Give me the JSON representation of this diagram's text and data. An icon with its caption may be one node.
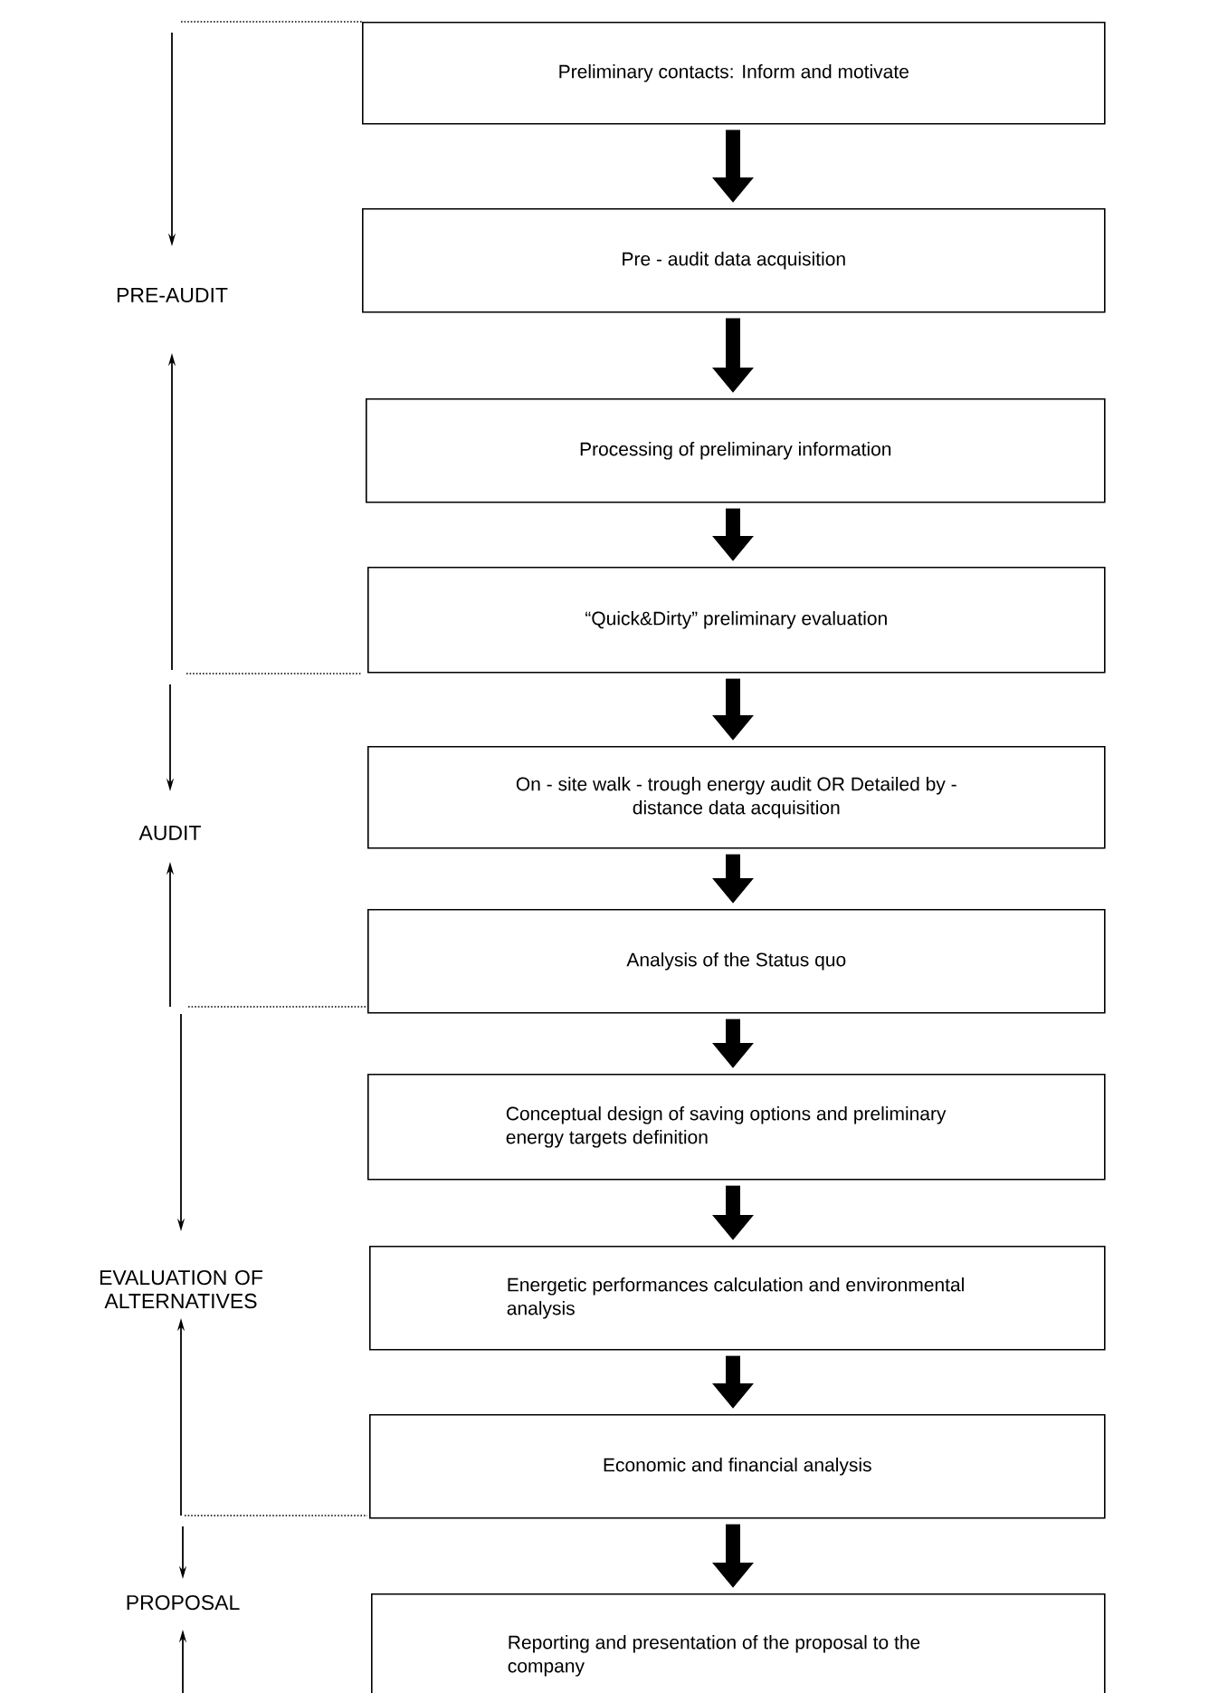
{
  "diagram": {
    "nodes": [
      {
        "text": [
          "Preliminary contacts: Inform and motivate"
        ]
      },
      {
        "text": [
          "Pre - audit data acquisition"
        ]
      },
      {
        "text": [
          "Processing of preliminary information"
        ]
      },
      {
        "text": [
          "“Quick&Dirty” preliminary evaluation"
        ]
      },
      {
        "text": [
          "On - site walk - trough energy audit OR Detailed by - distance data acquisition"
        ]
      },
      {
        "text": [
          "Analysis of the Status quo"
        ]
      },
      {
        "text": [
          "Conceptual design of saving options and preliminary energy targets definition"
        ]
      },
      {
        "text": [
          "Energetic performances calculation and environmental analysis"
        ]
      },
      {
        "text": [
          "Economic and financial analysis"
        ]
      },
      {
        "text": [
          "Reporting and presentation of the proposal to the company"
        ]
      }
    ],
    "edges": [
      {
        "from": 0,
        "to": 1,
        "arrow": "to"
      },
      {
        "from": 1,
        "to": 2,
        "arrow": "to"
      },
      {
        "from": 2,
        "to": 3,
        "arrow": "to"
      },
      {
        "from": 3,
        "to": 4,
        "arrow": "to"
      },
      {
        "from": 4,
        "to": 5,
        "arrow": "to"
      },
      {
        "from": 5,
        "to": 6,
        "arrow": "to"
      },
      {
        "from": 6,
        "to": 7,
        "arrow": "to"
      },
      {
        "from": 7,
        "to": 8,
        "arrow": "to"
      },
      {
        "from": 8,
        "to": 9,
        "arrow": "to"
      }
    ],
    "labels": [
      "PRE-AUDIT",
      "AUDIT",
      "EVALUATION OF ALTERNATIVES",
      "PROPOSAL"
    ]
  }
}
